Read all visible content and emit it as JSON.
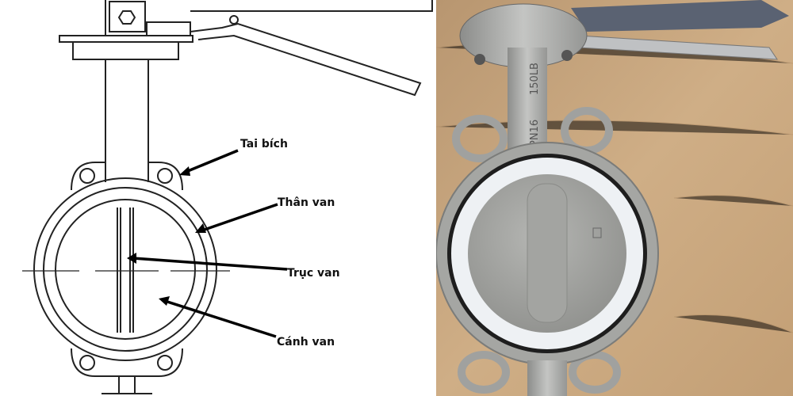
{
  "labels": {
    "ear": "Tai bích",
    "body": "Thân van",
    "stem": "Trục van",
    "disc": "Cánh van"
  },
  "photo": {
    "stamp_rating": "150LB",
    "stamp_pressure": "PN16"
  },
  "colors": {
    "line": "#111111",
    "wood": "#c9a67c",
    "steel": "#a9aaa8",
    "liner": "#eef1f4"
  }
}
